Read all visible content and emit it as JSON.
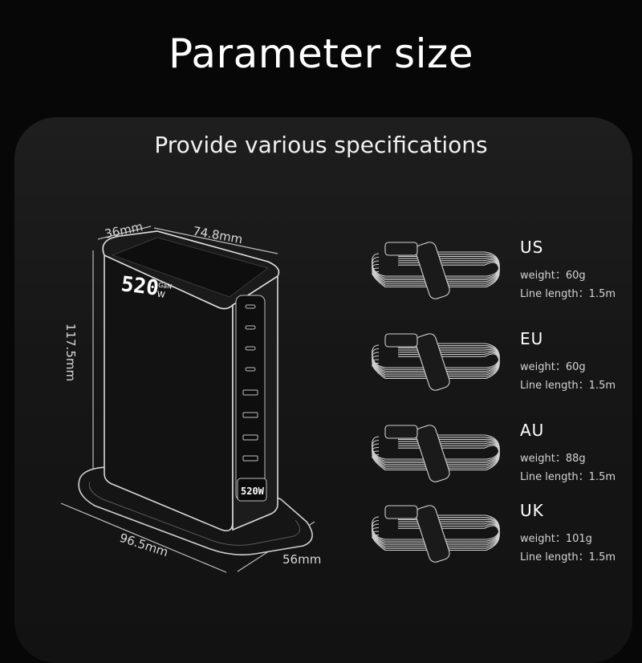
{
  "headline": "Parameter size",
  "subtitle": "Provide various specifications",
  "dimensions": {
    "depth_top": "36mm",
    "width_top": "74.8mm",
    "height": "117.5mm",
    "base_width": "96.5mm",
    "base_depth": "56mm"
  },
  "device": {
    "top_display": "520",
    "top_display_unit_top": "GaN",
    "top_display_unit_bottom": "W",
    "front_display": "520W"
  },
  "cables": [
    {
      "plug": "US",
      "weight": "weight：60g",
      "line_length": "Line length：1.5m"
    },
    {
      "plug": "EU",
      "weight": "weight：60g",
      "line_length": "Line length：1.5m"
    },
    {
      "plug": "AU",
      "weight": "weight：88g",
      "line_length": "Line length：1.5m"
    },
    {
      "plug": "UK",
      "weight": "weight：101g",
      "line_length": "Line length：1.5m"
    }
  ],
  "colors": {
    "background": "#070707",
    "card": "#1a1a1a",
    "text": "#ffffff",
    "outline": "#cfcfcf"
  }
}
